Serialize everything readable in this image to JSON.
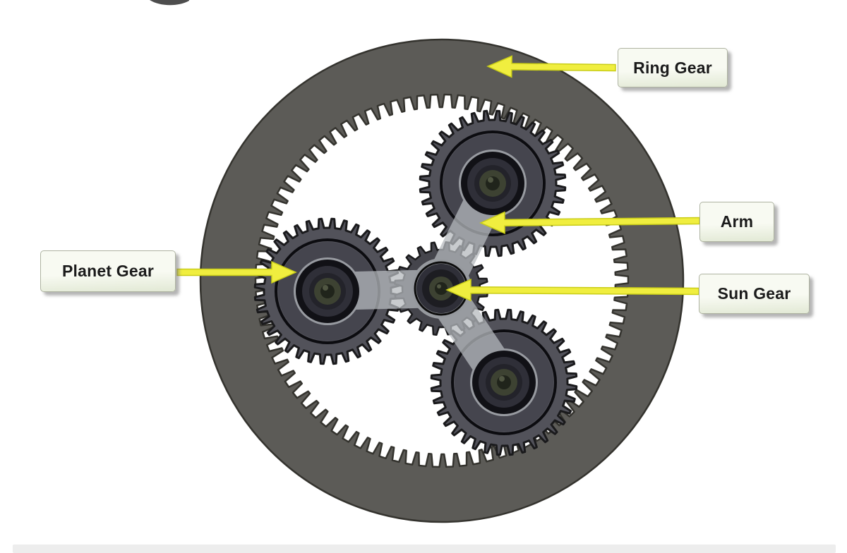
{
  "figure": {
    "type": "planetary-gear-diagram",
    "title": "Planetary gear system with labeled components",
    "labels": {
      "ring_gear": "Ring Gear",
      "arm": "Arm",
      "planet_gear": "Planet Gear",
      "sun_gear": "Sun Gear"
    },
    "arrows": [
      {
        "name": "ring-gear-arrow",
        "points_to": "ring gear rim",
        "direction": "left"
      },
      {
        "name": "arm-arrow",
        "points_to": "carrier arm",
        "direction": "left"
      },
      {
        "name": "sun-gear-arrow",
        "points_to": "sun gear hub",
        "direction": "left"
      },
      {
        "name": "planet-gear-arrow",
        "points_to": "left planet gear",
        "direction": "right"
      }
    ]
  },
  "colors": {
    "background": "#ffffff",
    "ring_body": "#5c5b57",
    "ring_edge": "#34332e",
    "gear_dark": "#1a1a1c",
    "planet_body": "#52525a",
    "planet_inner": "#45454e",
    "sun_body": "#45454c",
    "sun_inner": "#3c3c44",
    "hub_black": "#111116",
    "hub_mid": "#2f2f38",
    "hub_ring": "#23232a",
    "hub_olive": "#3d4232",
    "hub_core": "#20241b",
    "hub_glint": "#5d634c",
    "arm": "#b6babe",
    "arrow_fill": "#f0ee3f",
    "arrow_edge": "#c9cd18",
    "label_bg_top": "#f8faf2",
    "label_bg_bottom": "#e2e9d5",
    "label_border": "#aeb3a1",
    "label_text": "#1b1b1b",
    "bottom_strip": "#ededed",
    "top_smudge": "#2f2f2f"
  }
}
